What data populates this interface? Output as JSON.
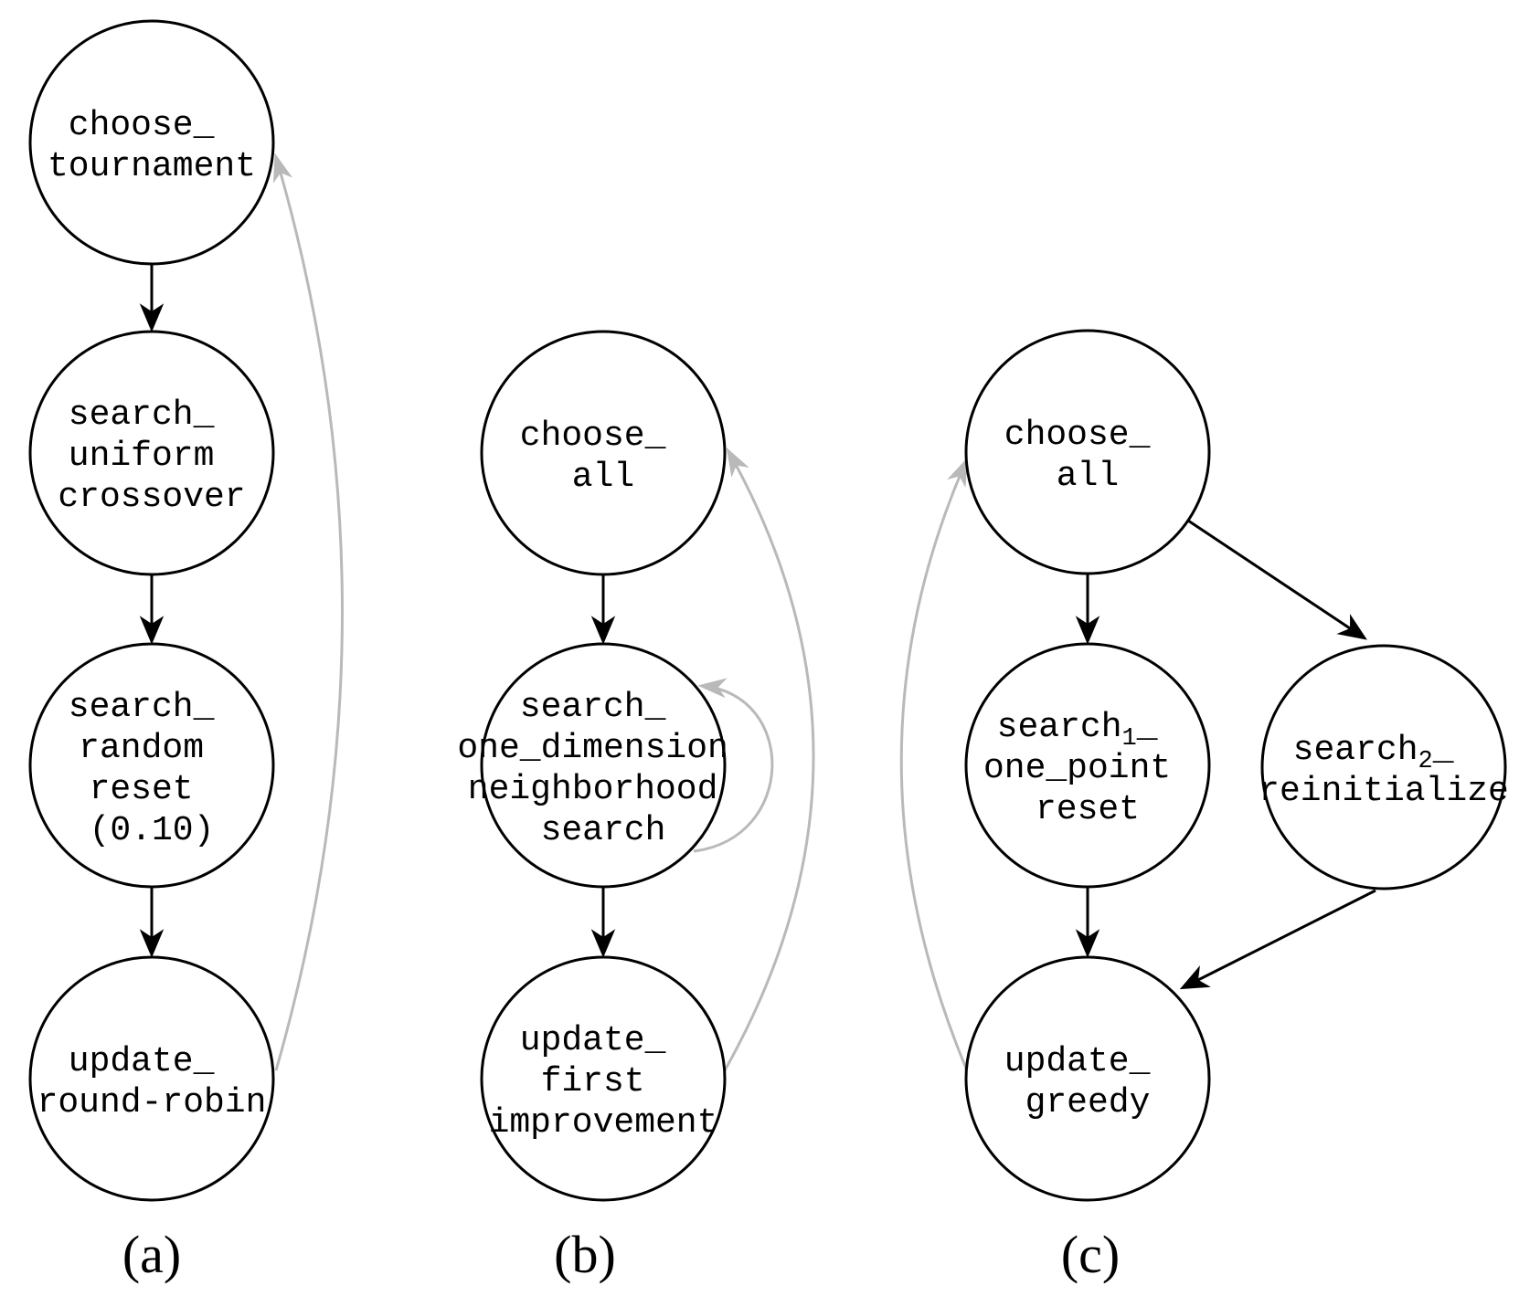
{
  "colors": {
    "background": "#ffffff",
    "node_fill": "#ffffff",
    "node_stroke": "#000000",
    "text": "#000000",
    "forward_edge": "#000000",
    "feedback_edge": "#b9b9b9"
  },
  "panels": [
    {
      "label": "(a)",
      "nodes": [
        {
          "name": "choose_tournament",
          "lines": [
            "choose_",
            "tournament"
          ]
        },
        {
          "name": "search_uniform_crossover",
          "lines": [
            "search_",
            "uniform",
            "crossover"
          ]
        },
        {
          "name": "search_random_reset",
          "lines": [
            "search_",
            "random",
            "reset",
            "(0.10)"
          ]
        },
        {
          "name": "update_round-robin",
          "lines": [
            "update_",
            "round-robin"
          ]
        }
      ],
      "edges": [
        {
          "from": "choose_tournament",
          "to": "search_uniform_crossover",
          "style": "forward"
        },
        {
          "from": "search_uniform_crossover",
          "to": "search_random_reset",
          "style": "forward"
        },
        {
          "from": "search_random_reset",
          "to": "update_round-robin",
          "style": "forward"
        },
        {
          "from": "update_round-robin",
          "to": "choose_tournament",
          "style": "feedback"
        }
      ]
    },
    {
      "label": "(b)",
      "nodes": [
        {
          "name": "choose_all",
          "lines": [
            "choose_",
            "all"
          ]
        },
        {
          "name": "search_one_dimension_neighborhood_search",
          "lines": [
            "search_",
            "one_dimension",
            "neighborhood",
            "search"
          ]
        },
        {
          "name": "update_first_improvement",
          "lines": [
            "update_",
            "first",
            "improvement"
          ]
        }
      ],
      "edges": [
        {
          "from": "choose_all",
          "to": "search_one_dimension_neighborhood_search",
          "style": "forward"
        },
        {
          "from": "search_one_dimension_neighborhood_search",
          "to": "search_one_dimension_neighborhood_search",
          "style": "feedback-self-loop"
        },
        {
          "from": "search_one_dimension_neighborhood_search",
          "to": "update_first_improvement",
          "style": "forward"
        },
        {
          "from": "update_first_improvement",
          "to": "choose_all",
          "style": "feedback"
        }
      ]
    },
    {
      "label": "(c)",
      "nodes": [
        {
          "name": "choose_all",
          "lines": [
            "choose_",
            "all"
          ]
        },
        {
          "name": "search1_one_point_reset",
          "lines": [
            {
              "pre": "search",
              "sub": "1",
              "post": "_"
            },
            "one_point",
            "reset"
          ]
        },
        {
          "name": "search2_reinitialize",
          "lines": [
            {
              "pre": "search",
              "sub": "2",
              "post": "_"
            },
            "reinitialize"
          ]
        },
        {
          "name": "update_greedy",
          "lines": [
            "update_",
            "greedy"
          ]
        }
      ],
      "edges": [
        {
          "from": "choose_all",
          "to": "search1_one_point_reset",
          "style": "forward"
        },
        {
          "from": "choose_all",
          "to": "search2_reinitialize",
          "style": "forward"
        },
        {
          "from": "search1_one_point_reset",
          "to": "update_greedy",
          "style": "forward"
        },
        {
          "from": "search2_reinitialize",
          "to": "update_greedy",
          "style": "forward"
        },
        {
          "from": "update_greedy",
          "to": "choose_all",
          "style": "feedback"
        }
      ]
    }
  ]
}
